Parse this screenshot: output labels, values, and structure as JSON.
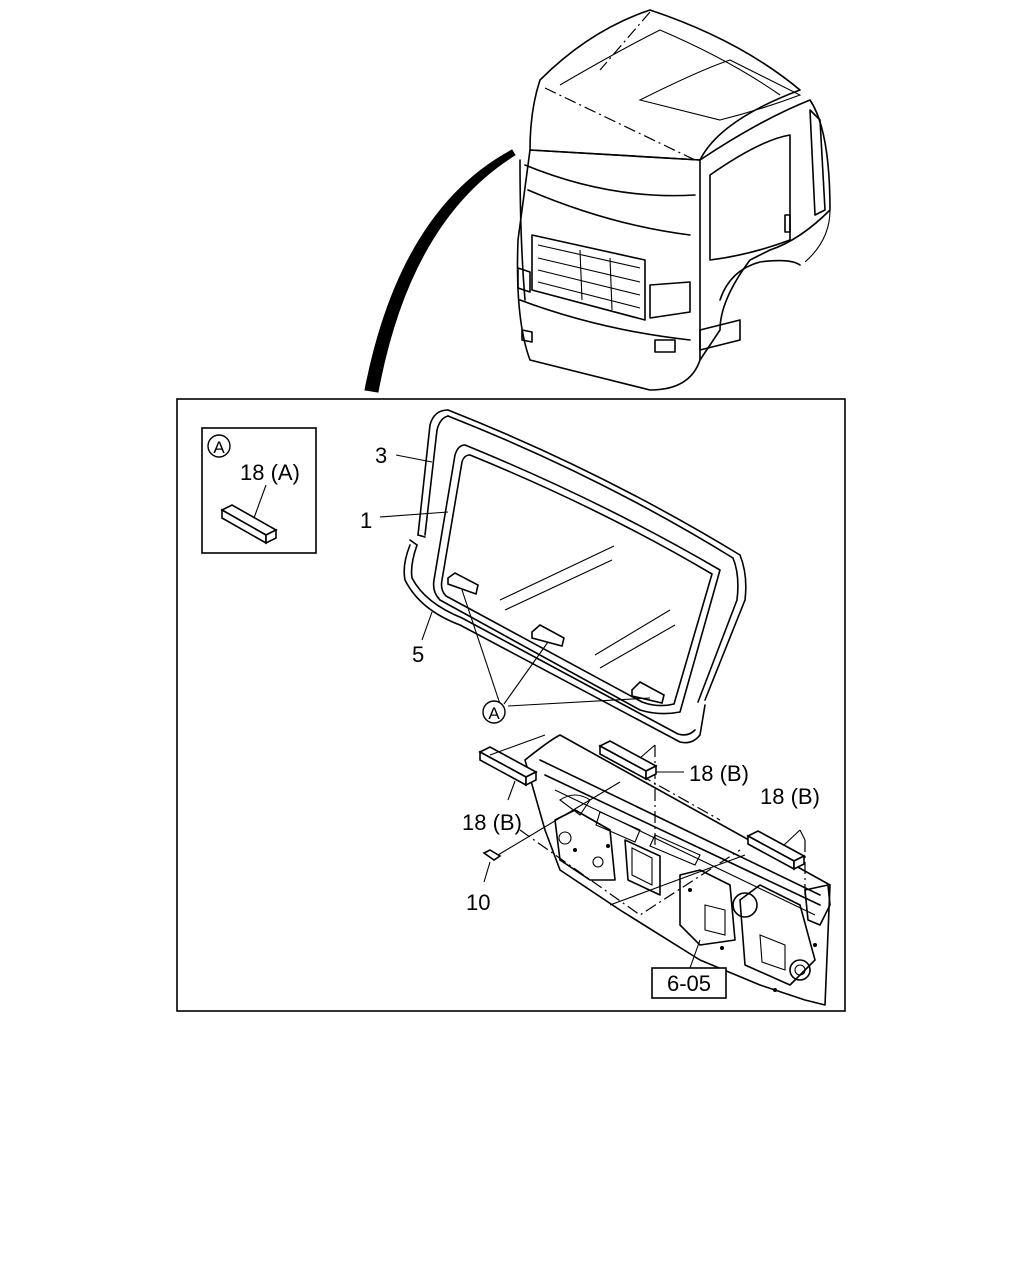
{
  "callouts": {
    "glass": "1",
    "molding_upper": "3",
    "molding_lower": "5",
    "clip": "10",
    "spacer_a": "18 (A)",
    "spacer_b_left": "18 (B)",
    "spacer_b_center": "18 (B)",
    "spacer_b_right": "18 (B)",
    "detail_ref": "A",
    "detail_key": "A",
    "section_ref": "6-05"
  },
  "icons": [
    "truck-cab-illustration",
    "windshield-glass",
    "dash-panel-illustration",
    "spacer-block"
  ]
}
